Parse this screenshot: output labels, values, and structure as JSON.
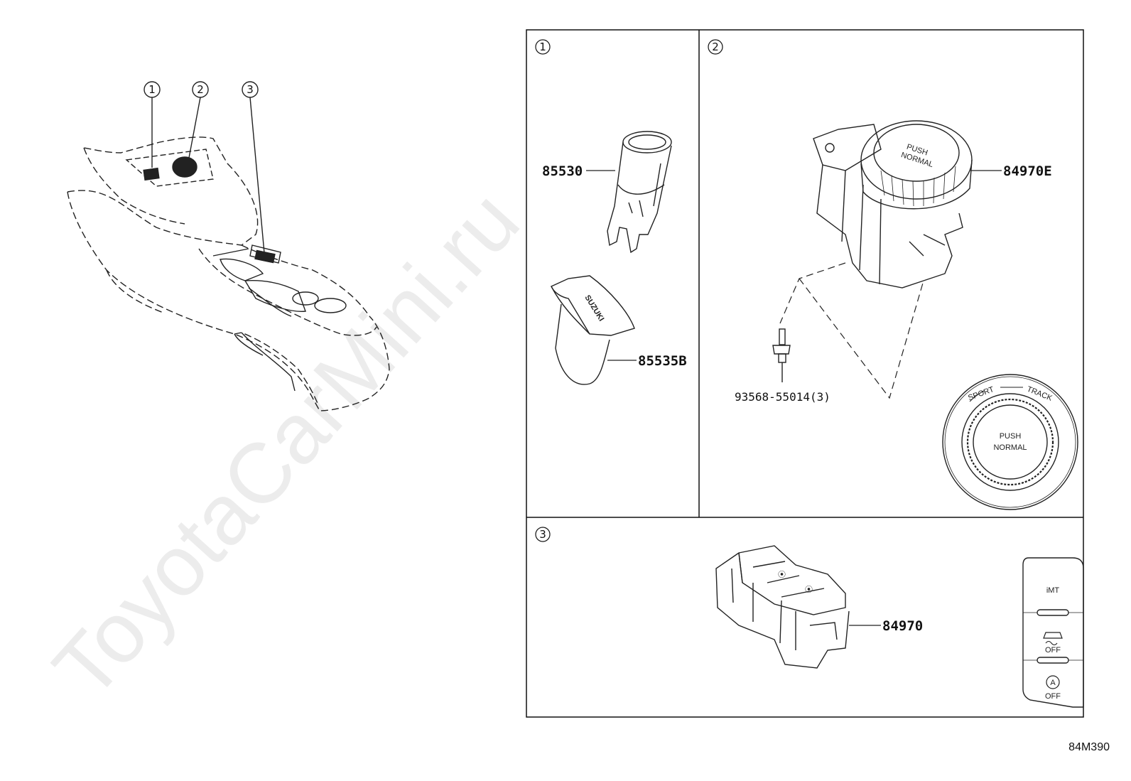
{
  "watermark": "ToyotaCarMini.ru",
  "overview": {
    "callouts": [
      "1",
      "2",
      "3"
    ]
  },
  "panels": {
    "panel1": {
      "num": "1"
    },
    "panel2": {
      "num": "2"
    },
    "panel3": {
      "num": "3"
    }
  },
  "parts": {
    "p85530": "85530",
    "p85535b": "85535B",
    "p84970e": "84970E",
    "p93568": "93568-55014(3)",
    "p84970": "84970"
  },
  "switch_text": {
    "push": "PUSH",
    "normal": "NORMAL",
    "sport": "SPORT",
    "track": "TRACK",
    "imt": "iMT",
    "off1": "OFF",
    "off2": "OFF",
    "a": "A"
  },
  "figure_code": "84M390"
}
